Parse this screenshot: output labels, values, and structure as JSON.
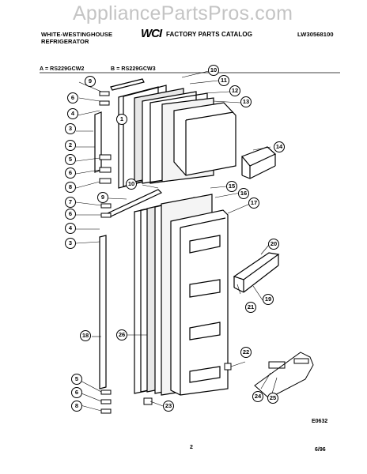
{
  "watermark": "AppliancePartsPros.com",
  "header": {
    "brand_line1": "WHITE-WESTINGHOUSE",
    "brand_line2": "REFRIGERATOR",
    "logo_text": "WCI",
    "catalog_title": "FACTORY PARTS CATALOG",
    "catalog_number": "LW30568100"
  },
  "models": {
    "a": "A = RS229GCW2",
    "b": "B = RS229GCW3"
  },
  "callouts": [
    "9",
    "6",
    "4",
    "3",
    "2",
    "5",
    "6",
    "8",
    "7",
    "9",
    "6",
    "4",
    "3",
    "1",
    "10",
    "11",
    "12",
    "13",
    "14",
    "10",
    "15",
    "16",
    "17",
    "20",
    "19",
    "21",
    "18",
    "26",
    "22",
    "24",
    "25",
    "5",
    "6",
    "8",
    "23"
  ],
  "diagram_code": "E0632",
  "footer": {
    "page": "2",
    "date": "6/96"
  }
}
